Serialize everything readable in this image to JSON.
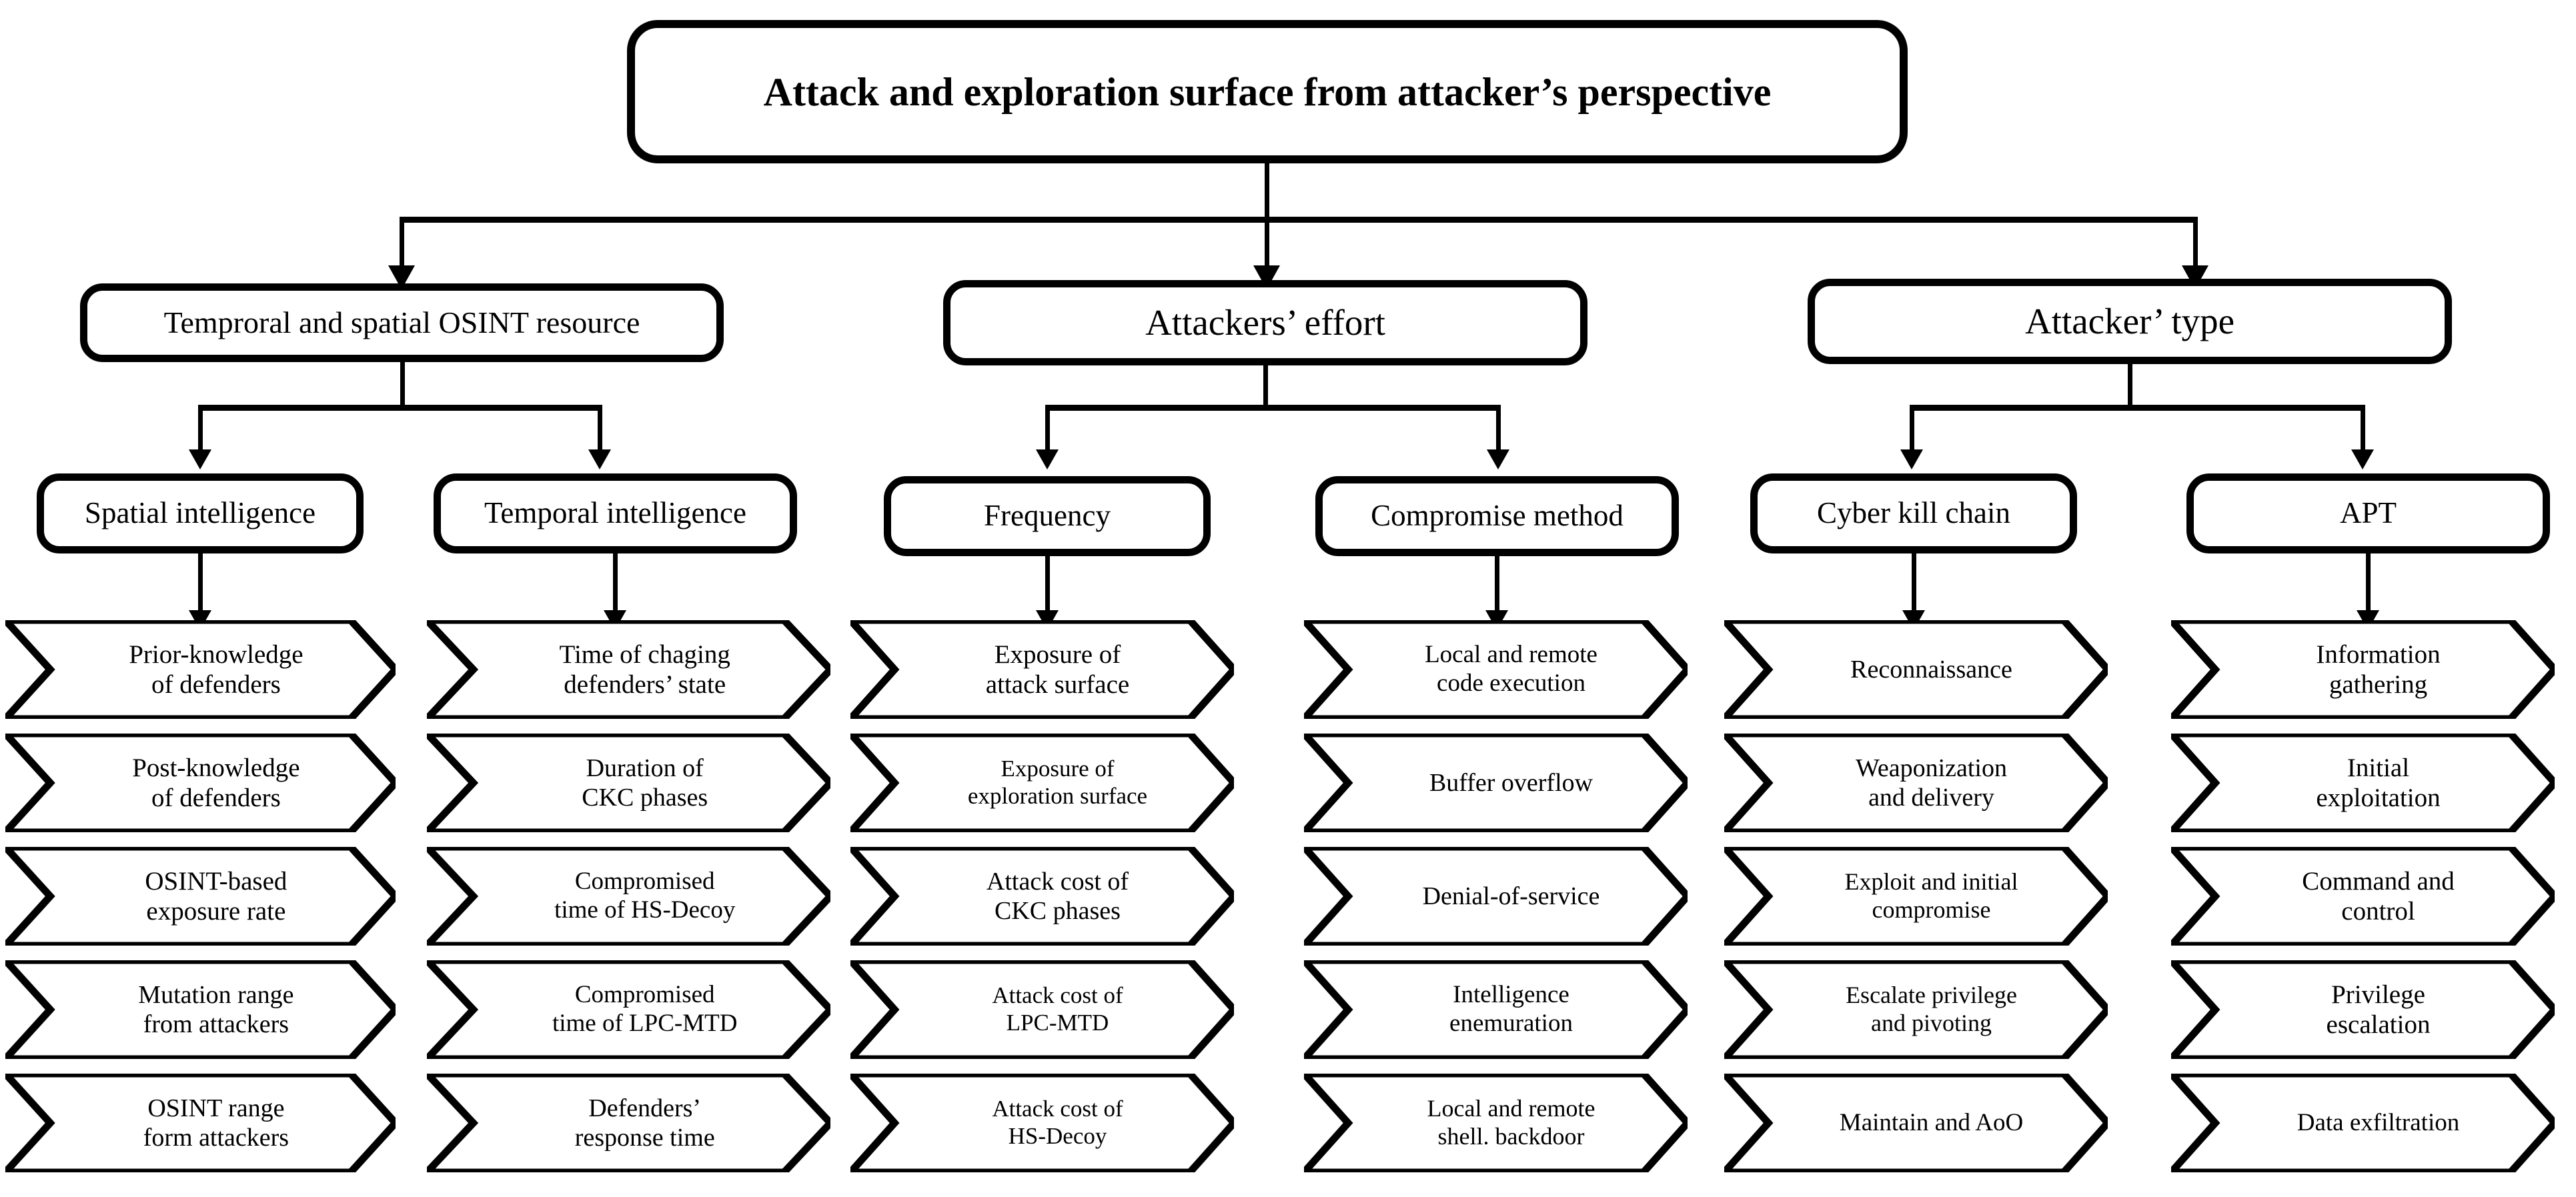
{
  "diagram": {
    "type": "hierarchy-tree",
    "title": "Attack and exploration surface from attacker’s perspective",
    "level2": [
      {
        "id": "osint-resource",
        "label": "Temproral and spatial OSINT resource"
      },
      {
        "id": "attackers-effort",
        "label": "Attackers’ effort"
      },
      {
        "id": "attacker-type",
        "label": "Attacker’ type"
      }
    ],
    "level3": [
      {
        "id": "spatial-intelligence",
        "label": "Spatial intelligence",
        "parent": "osint-resource"
      },
      {
        "id": "temporal-intelligence",
        "label": "Temporal intelligence",
        "parent": "osint-resource"
      },
      {
        "id": "frequency",
        "label": "Frequency",
        "parent": "attackers-effort"
      },
      {
        "id": "compromise-method",
        "label": "Compromise method",
        "parent": "attackers-effort"
      },
      {
        "id": "cyber-kill-chain",
        "label": "Cyber kill chain",
        "parent": "attacker-type"
      },
      {
        "id": "apt",
        "label": "APT",
        "parent": "attacker-type"
      }
    ],
    "columns": [
      {
        "id": "spatial-intelligence",
        "items": [
          "Prior-knowledge\nof defenders",
          "Post-knowledge\nof defenders",
          "OSINT-based\nexposure rate",
          "Mutation range\nfrom attackers",
          "OSINT range\nform attackers"
        ]
      },
      {
        "id": "temporal-intelligence",
        "items": [
          "Time of chaging\ndefenders’ state",
          "Duration of\nCKC phases",
          "Compromised\ntime of HS-Decoy",
          "Compromised\ntime of LPC-MTD",
          "Defenders’\nresponse time"
        ]
      },
      {
        "id": "frequency",
        "items": [
          "Exposure of\nattack surface",
          "Exposure of\nexploration surface",
          "Attack cost of\nCKC phases",
          "Attack cost of\nLPC-MTD",
          "Attack cost of\nHS-Decoy"
        ]
      },
      {
        "id": "compromise-method",
        "items": [
          "Local and remote\ncode execution",
          "Buffer overflow",
          "Denial-of-service",
          "Intelligence\nenemuration",
          "Local and remote\nshell. backdoor"
        ]
      },
      {
        "id": "cyber-kill-chain",
        "items": [
          "Reconnaissance",
          "Weaponization\nand delivery",
          "Exploit and initial\ncompromise",
          "Escalate privilege\nand pivoting",
          "Maintain and AoO"
        ]
      },
      {
        "id": "apt",
        "items": [
          "Information\ngathering",
          "Initial\nexploitation",
          "Command and\ncontrol",
          "Privilege\nescalation",
          "Data exfiltration"
        ]
      }
    ],
    "colors": {
      "stroke": "#000000",
      "fill": "#ffffff",
      "background": "#ffffff"
    }
  }
}
